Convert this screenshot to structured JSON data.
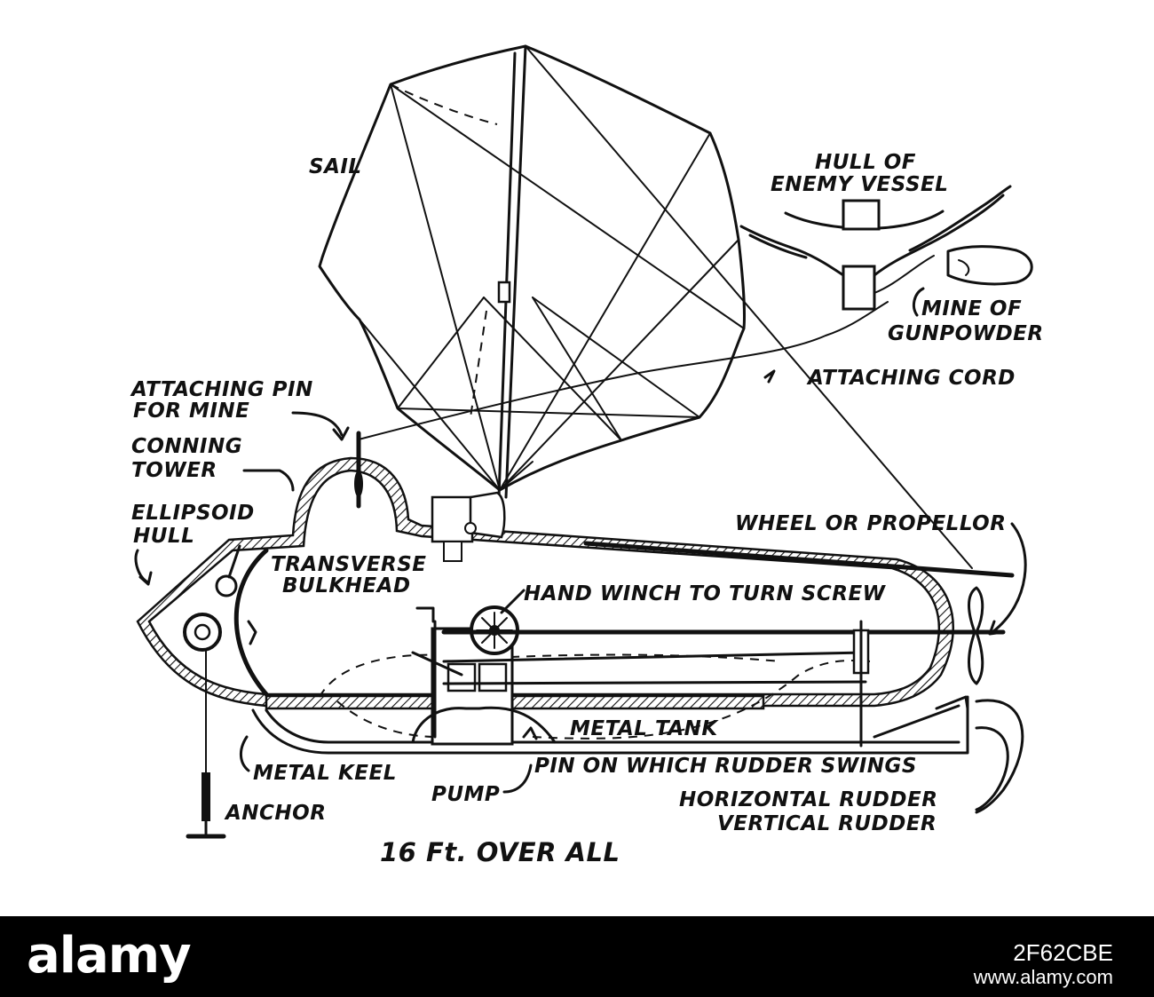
{
  "diagram": {
    "labels": {
      "sail": "SAIL",
      "hull_of_enemy_vessel_1": "HULL OF",
      "hull_of_enemy_vessel_2": "ENEMY VESSEL",
      "mine_of_gunpowder_1": "MINE OF",
      "mine_of_gunpowder_2": "GUNPOWDER",
      "attaching_cord": "ATTACHING CORD",
      "attaching_pin_1": "ATTACHING PIN",
      "attaching_pin_2": "FOR MINE",
      "conning_tower_1": "CONNING",
      "conning_tower_2": "TOWER",
      "ellipsoid_hull_1": "ELLIPSOID",
      "ellipsoid_hull_2": "HULL",
      "transverse_bulkhead_1": "TRANSVERSE",
      "transverse_bulkhead_2": "BULKHEAD",
      "hand_winch": "HAND WINCH TO TURN SCREW",
      "wheel_or_propellor": "WHEEL OR PROPELLOR",
      "metal_tank": "METAL TANK",
      "metal_keel": "METAL KEEL",
      "pump": "PUMP",
      "pin_rudder": "PIN ON WHICH RUDDER SWINGS",
      "horizontal_rudder": "HORIZONTAL RUDDER",
      "vertical_rudder": "VERTICAL RUDDER",
      "anchor": "ANCHOR",
      "overall_length": "16 Ft. OVER ALL"
    }
  },
  "watermark": {
    "logo": "alamy",
    "image_id": "2F62CBE",
    "url": "www.alamy.com"
  }
}
